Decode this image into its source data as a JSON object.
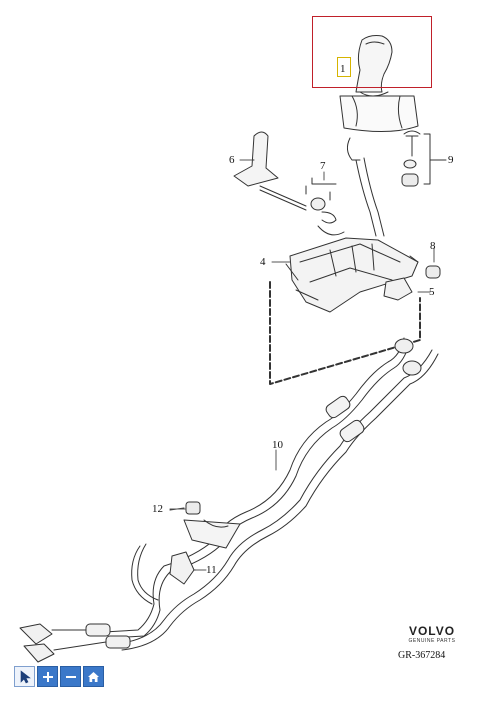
{
  "callouts": {
    "c1": "1",
    "c4": "4",
    "c5": "5",
    "c6": "6",
    "c7": "7",
    "c8": "8",
    "c9": "9",
    "c10": "10",
    "c11": "11",
    "c12": "12"
  },
  "brand": {
    "name": "VOLVO",
    "tagline": "GENUINE PARTS"
  },
  "reference": "GR-367284",
  "toolbar": {
    "buttons": [
      "pointer-icon",
      "zoom-in-icon",
      "zoom-out-icon",
      "home-icon"
    ]
  },
  "colors": {
    "highlight_box": "#c0202a",
    "highlight_mark": "#d6b400",
    "toolbar_button": "#3b78c9"
  }
}
